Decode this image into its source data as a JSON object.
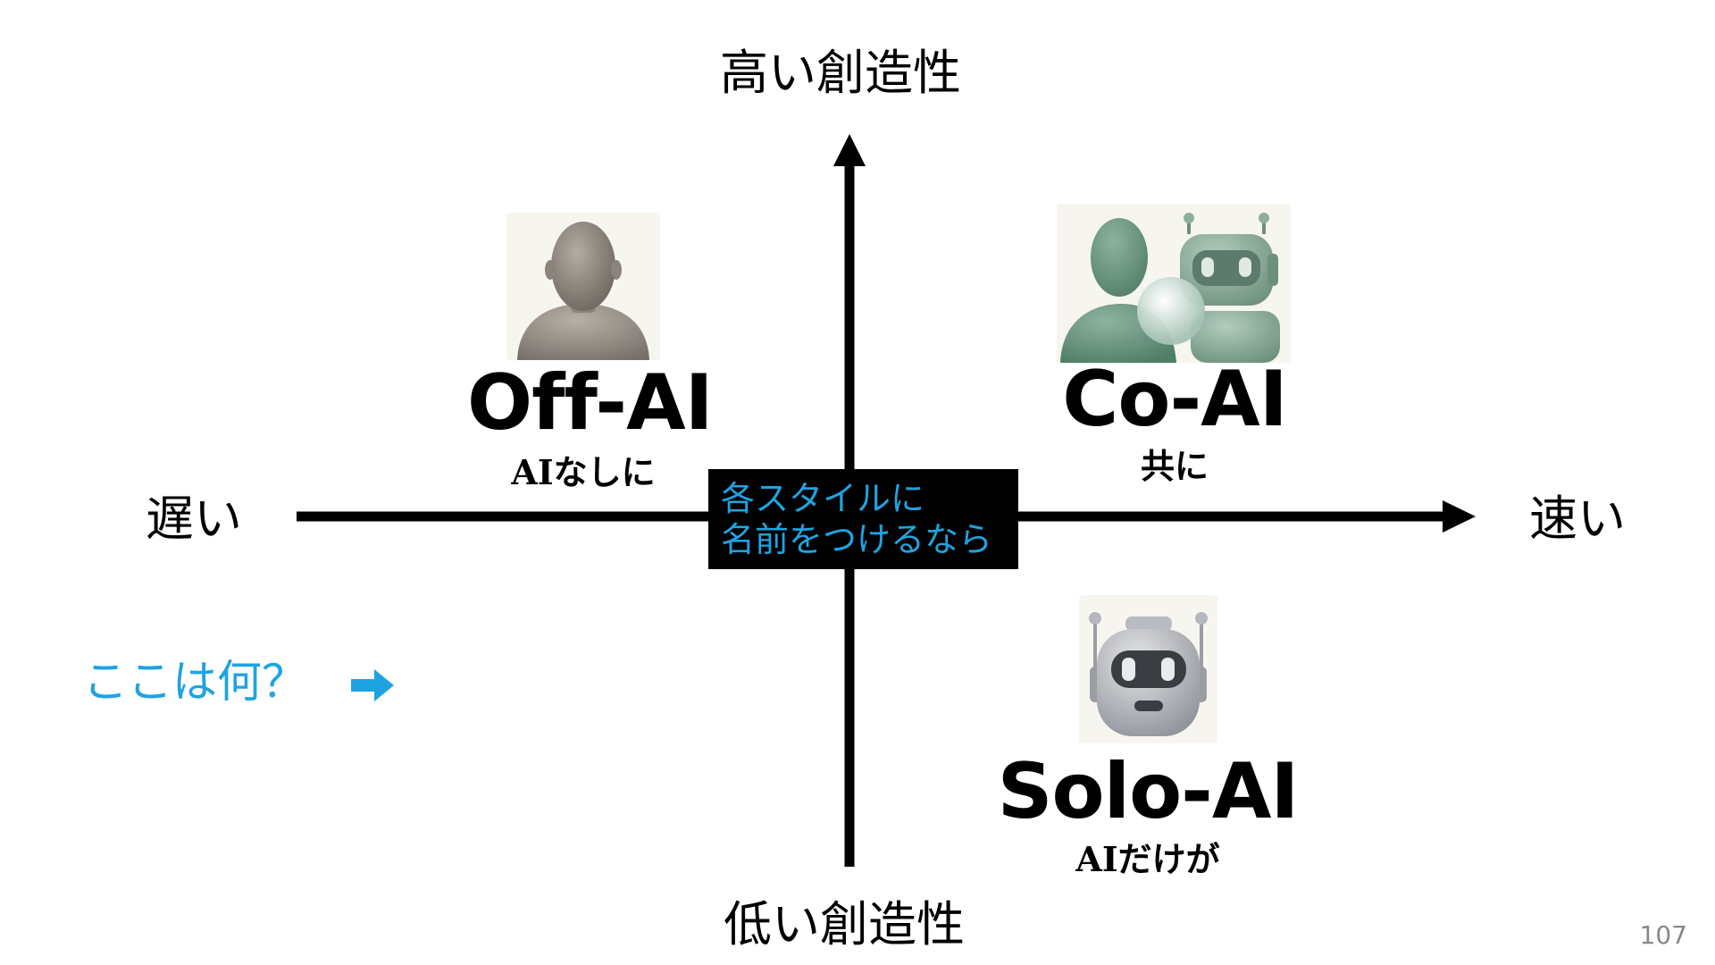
{
  "axes": {
    "top_label": "高い創造性",
    "bottom_label": "低い創造性",
    "left_label": "遅い",
    "right_label": "速い"
  },
  "quadrants": {
    "off_ai": {
      "title": "Off-AI",
      "subtitle": "AIなしに",
      "icon": "person-icon"
    },
    "co_ai": {
      "title": "Co-AI",
      "subtitle": "共に",
      "icon": "person-and-robot-icon"
    },
    "solo_ai": {
      "title": "Solo-AI",
      "subtitle": "AIだけが",
      "icon": "robot-icon"
    }
  },
  "center_box": {
    "line1": "各スタイルに",
    "line2": "名前をつけるなら"
  },
  "question": {
    "text": "ここは何？",
    "arrow_icon": "right-arrow-icon"
  },
  "page_number": "107",
  "colors": {
    "accent": "#1fa3e0",
    "axis": "#000000",
    "box": "#000000"
  }
}
